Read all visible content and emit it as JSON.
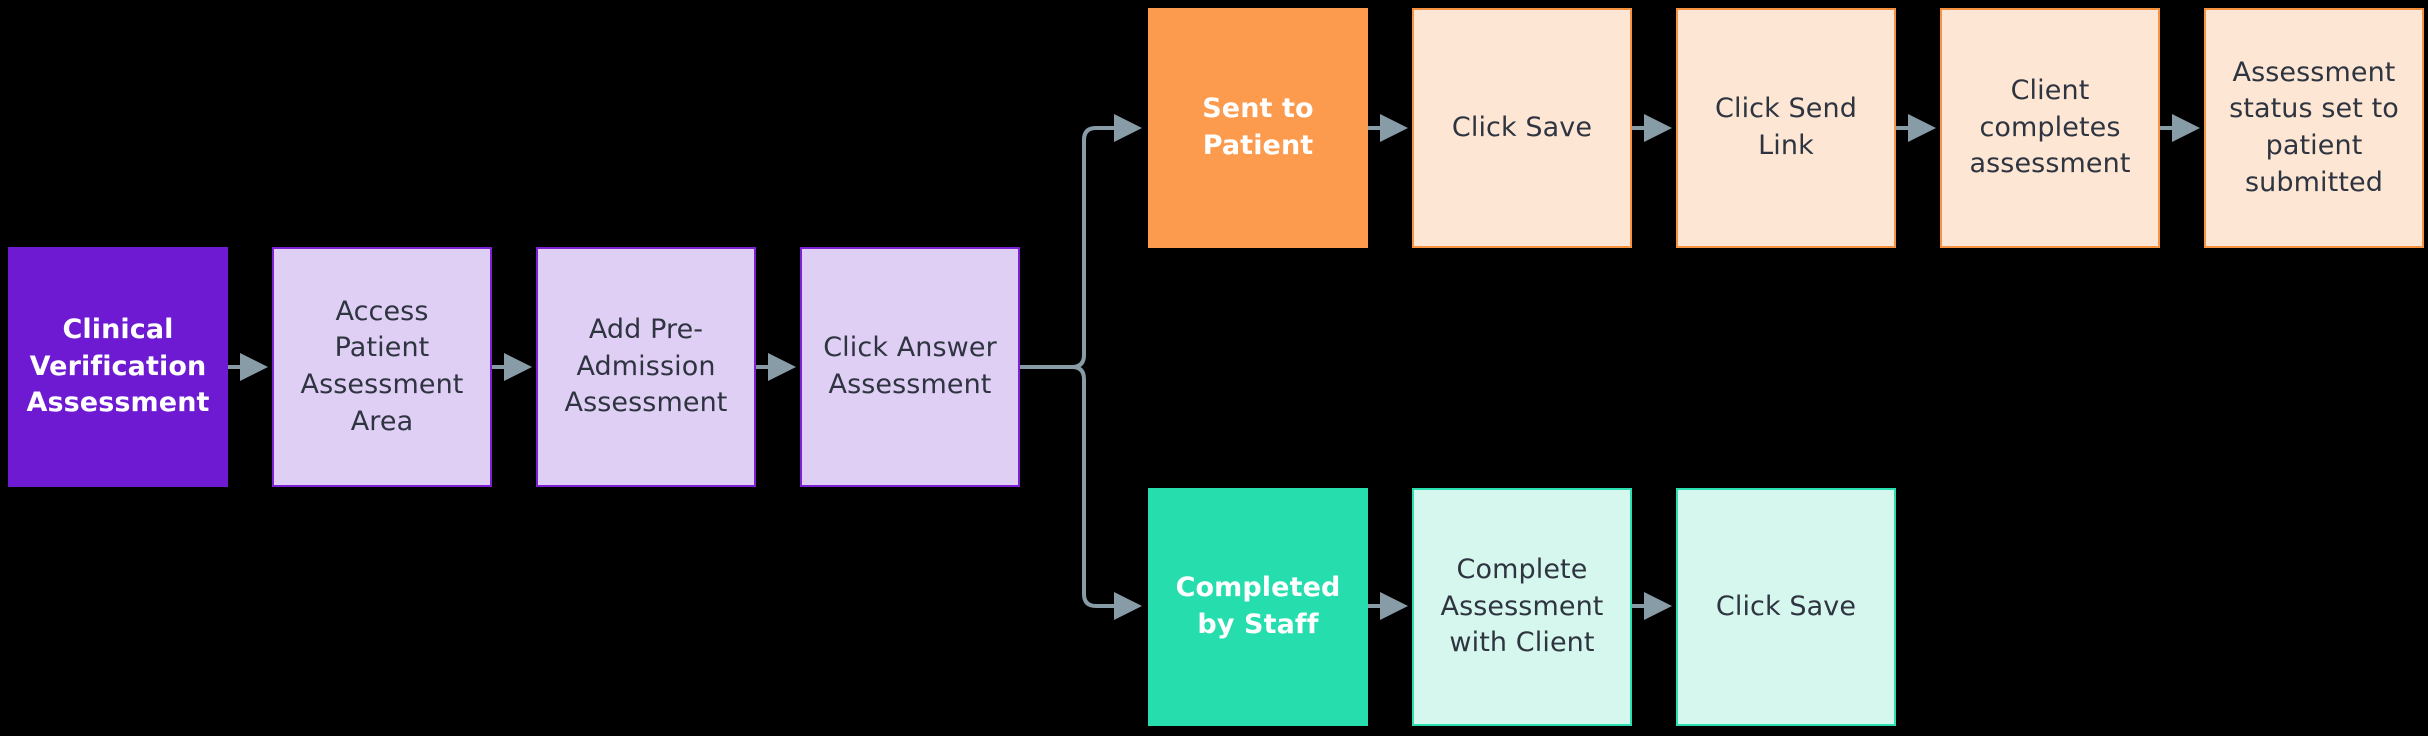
{
  "diagram": {
    "title": "Clinical Verification Assessment flow",
    "background": "#000000",
    "connector_color": "#889CA8",
    "palette": {
      "purple_dark_fill": "#6E1AD2",
      "purple_light_fill": "#E0CFF5",
      "purple_border": "#7D21D4",
      "orange_dark_fill": "#FC9A4E",
      "orange_light_fill": "#FDE6D3",
      "orange_border": "#F79340",
      "green_dark_fill": "#26DDAE",
      "green_light_fill": "#D5F7EE",
      "green_border": "#2BE0B0",
      "text_dark": "#2E3440",
      "text_light": "#FFFFFF"
    }
  },
  "nodes": {
    "start": {
      "label": "Clinical\nVerification\nAssessment",
      "style": "purple-dark"
    },
    "access_area": {
      "label": "Access Patient\nAssessment\nArea",
      "style": "purple-light"
    },
    "add_pre_admission": {
      "label": "Add Pre-\nAdmission\nAssessment",
      "style": "purple-light"
    },
    "click_answer": {
      "label": "Click Answer\nAssessment",
      "style": "purple-light"
    },
    "sent_to_patient": {
      "label": "Sent to\nPatient",
      "style": "orange-dark"
    },
    "click_save_top": {
      "label": "Click Save",
      "style": "orange-light"
    },
    "click_send_link": {
      "label": "Click Send Link",
      "style": "orange-light"
    },
    "client_completes": {
      "label": "Client\ncompletes\nassessment",
      "style": "orange-light"
    },
    "status_submitted": {
      "label": "Assessment\nstatus set to\npatient\nsubmitted",
      "style": "orange-light"
    },
    "completed_by_staff": {
      "label": "Completed\nby Staff",
      "style": "green-dark"
    },
    "complete_with_client": {
      "label": "Complete\nAssessment\nwith Client",
      "style": "green-light"
    },
    "click_save_bottom": {
      "label": "Click Save",
      "style": "green-light"
    }
  },
  "edges": [
    {
      "from": "start",
      "to": "access_area"
    },
    {
      "from": "access_area",
      "to": "add_pre_admission"
    },
    {
      "from": "add_pre_admission",
      "to": "click_answer"
    },
    {
      "from": "click_answer",
      "to": "sent_to_patient"
    },
    {
      "from": "click_answer",
      "to": "completed_by_staff"
    },
    {
      "from": "sent_to_patient",
      "to": "click_save_top"
    },
    {
      "from": "click_save_top",
      "to": "click_send_link"
    },
    {
      "from": "click_send_link",
      "to": "client_completes"
    },
    {
      "from": "client_completes",
      "to": "status_submitted"
    },
    {
      "from": "completed_by_staff",
      "to": "complete_with_client"
    },
    {
      "from": "complete_with_client",
      "to": "click_save_bottom"
    }
  ]
}
